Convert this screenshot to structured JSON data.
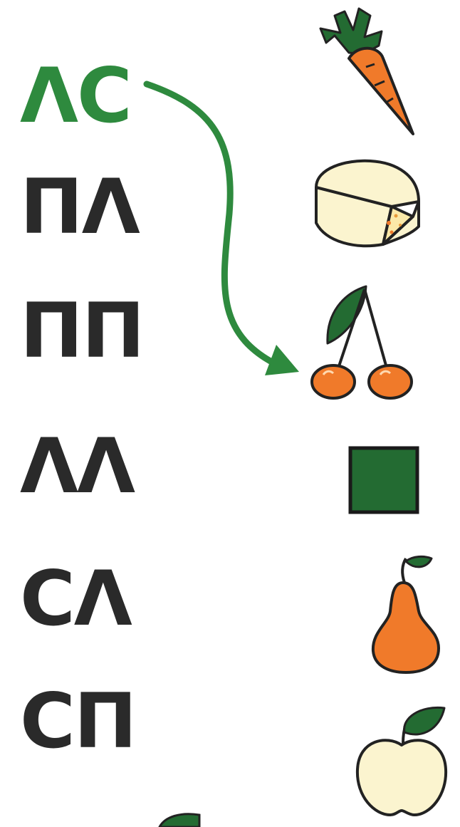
{
  "words": [
    {
      "text": "ΛС",
      "color": "#2e8a3e",
      "highlighted": true
    },
    {
      "text": "ПΛ",
      "color": "#2a2a2a",
      "highlighted": false
    },
    {
      "text": "ПП",
      "color": "#2a2a2a",
      "highlighted": false
    },
    {
      "text": "ΛΛ",
      "color": "#2a2a2a",
      "highlighted": false
    },
    {
      "text": "СΛ",
      "color": "#2a2a2a",
      "highlighted": false
    },
    {
      "text": "СП",
      "color": "#2a2a2a",
      "highlighted": false
    }
  ],
  "pictures": [
    {
      "icon": "carrot-icon"
    },
    {
      "icon": "cheese-icon"
    },
    {
      "icon": "cherries-icon"
    },
    {
      "icon": "green-square-icon"
    },
    {
      "icon": "pear-icon"
    },
    {
      "icon": "apple-icon"
    }
  ],
  "match_arrow": {
    "from_word": "ΛС",
    "to_picture": "cherries-icon",
    "color": "#2e8a3e"
  },
  "colors": {
    "green": "#2e8a3e",
    "dark_green": "#236b32",
    "orange": "#f07a2a",
    "cream": "#fbf4cf",
    "outline": "#222222"
  }
}
